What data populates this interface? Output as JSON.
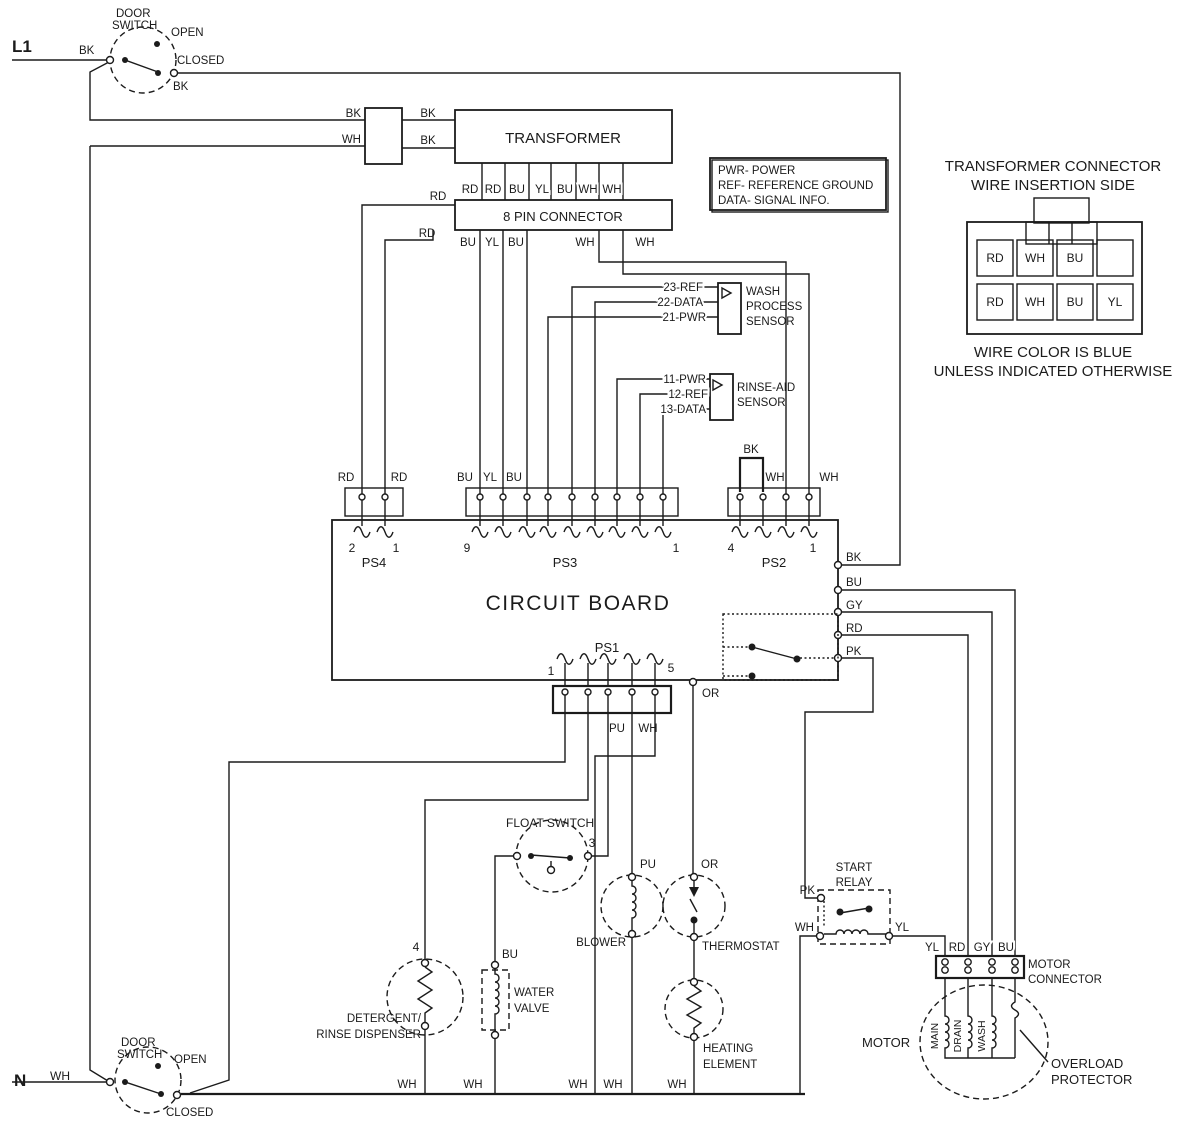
{
  "top_left": {
    "l1": "L1",
    "bk_in": "BK",
    "door_1": "DOOR",
    "door_2": "SWITCH",
    "open": "OPEN",
    "closed": "CLOSED",
    "bk_out": "BK"
  },
  "transformer": {
    "title": "TRANSFORMER",
    "bk_left": "BK",
    "wh_left": "WH",
    "bk_right_1": "BK",
    "bk_right_2": "BK",
    "secondary": [
      "RD",
      "RD",
      "BU",
      "YL",
      "BU",
      "WH",
      "WH"
    ]
  },
  "connector8": {
    "title": "8 PIN CONNECTOR",
    "rd_1": "RD",
    "rd_2": "RD",
    "below": [
      "BU",
      "YL",
      "BU",
      "WH",
      "WH"
    ]
  },
  "legend": {
    "lines": [
      "PWR- POWER",
      "REF- REFERENCE GROUND",
      "DATA- SIGNAL INFO."
    ]
  },
  "transformer_connector": {
    "title_1": "TRANSFORMER CONNECTOR",
    "title_2": "WIRE INSERTION SIDE",
    "row_1": [
      "RD",
      "WH",
      "BU",
      ""
    ],
    "row_2": [
      "RD",
      "WH",
      "BU",
      "YL"
    ],
    "note_1": "WIRE COLOR IS BLUE",
    "note_2": "UNLESS INDICATED OTHERWISE"
  },
  "wash_sensor": {
    "wire_1": "23-REF",
    "wire_2": "22-DATA",
    "wire_3": "21-PWR",
    "name_1": "WASH",
    "name_2": "PROCESS",
    "name_3": "SENSOR"
  },
  "rinse_sensor": {
    "wire_1": "11-PWR",
    "wire_2": "12-REF",
    "wire_3": "13-DATA",
    "name_1": "RINSE-AID",
    "name_2": "SENSOR"
  },
  "circuit_board": {
    "title": "CIRCUIT BOARD",
    "ps4": "PS4",
    "ps3": "PS3",
    "ps2": "PS2",
    "ps1": "PS1",
    "ps4_pin_l": "2",
    "ps4_pin_r": "1",
    "ps3_pin_l": "9",
    "ps3_pin_r": "1",
    "ps2_pin_l": "4",
    "ps2_pin_r": "1",
    "ps1_pin_l": "1",
    "ps1_pin_r": "5",
    "ps4_wire_1": "RD",
    "ps4_wire_2": "RD",
    "ps3_wire_1": "BU",
    "ps3_wire_2": "YL",
    "ps3_wire_3": "BU",
    "ps2_jumper": "BK",
    "ps2_wire_1": "WH",
    "ps2_wire_2": "WH",
    "out_bk": "BK",
    "out_bu": "BU",
    "out_gy": "GY",
    "out_rd": "RD",
    "out_pk": "PK",
    "ps1_pu": "PU",
    "ps1_wh": "WH",
    "or_out": "OR"
  },
  "float_switch": {
    "title": "FLOAT SWITCH",
    "pin": "3"
  },
  "blower": {
    "title": "BLOWER",
    "wire": "PU"
  },
  "thermostat": {
    "title": "THERMOSTAT",
    "wire": "OR"
  },
  "dispenser": {
    "title_1": "DETERGENT/",
    "title_2": "RINSE DISPENSER",
    "pin": "4"
  },
  "water_valve": {
    "title_1": "WATER",
    "title_2": "VALVE",
    "wire": "BU"
  },
  "heating": {
    "title_1": "HEATING",
    "title_2": "ELEMENT"
  },
  "start_relay": {
    "title_1": "START",
    "title_2": "RELAY",
    "pk": "PK",
    "wh": "WH",
    "yl": "YL"
  },
  "motor_connector": {
    "title_1": "MOTOR",
    "title_2": "CONNECTOR",
    "wires": [
      "YL",
      "RD",
      "GY",
      "BU"
    ]
  },
  "motor": {
    "title": "MOTOR",
    "windings": [
      "MAIN",
      "DRAIN",
      "WASH"
    ],
    "overload_1": "OVERLOAD",
    "overload_2": "PROTECTOR"
  },
  "bottom_left": {
    "n": "N",
    "wh": "WH",
    "door_1": "DOOR",
    "door_2": "SWITCH",
    "open": "OPEN",
    "closed": "CLOSED"
  },
  "bottom_rail": {
    "wh_labels": [
      "WH",
      "WH",
      "WH",
      "WH",
      "WH"
    ]
  },
  "colors": {
    "ink": "#1b1b1b",
    "paper": "#ffffff"
  }
}
